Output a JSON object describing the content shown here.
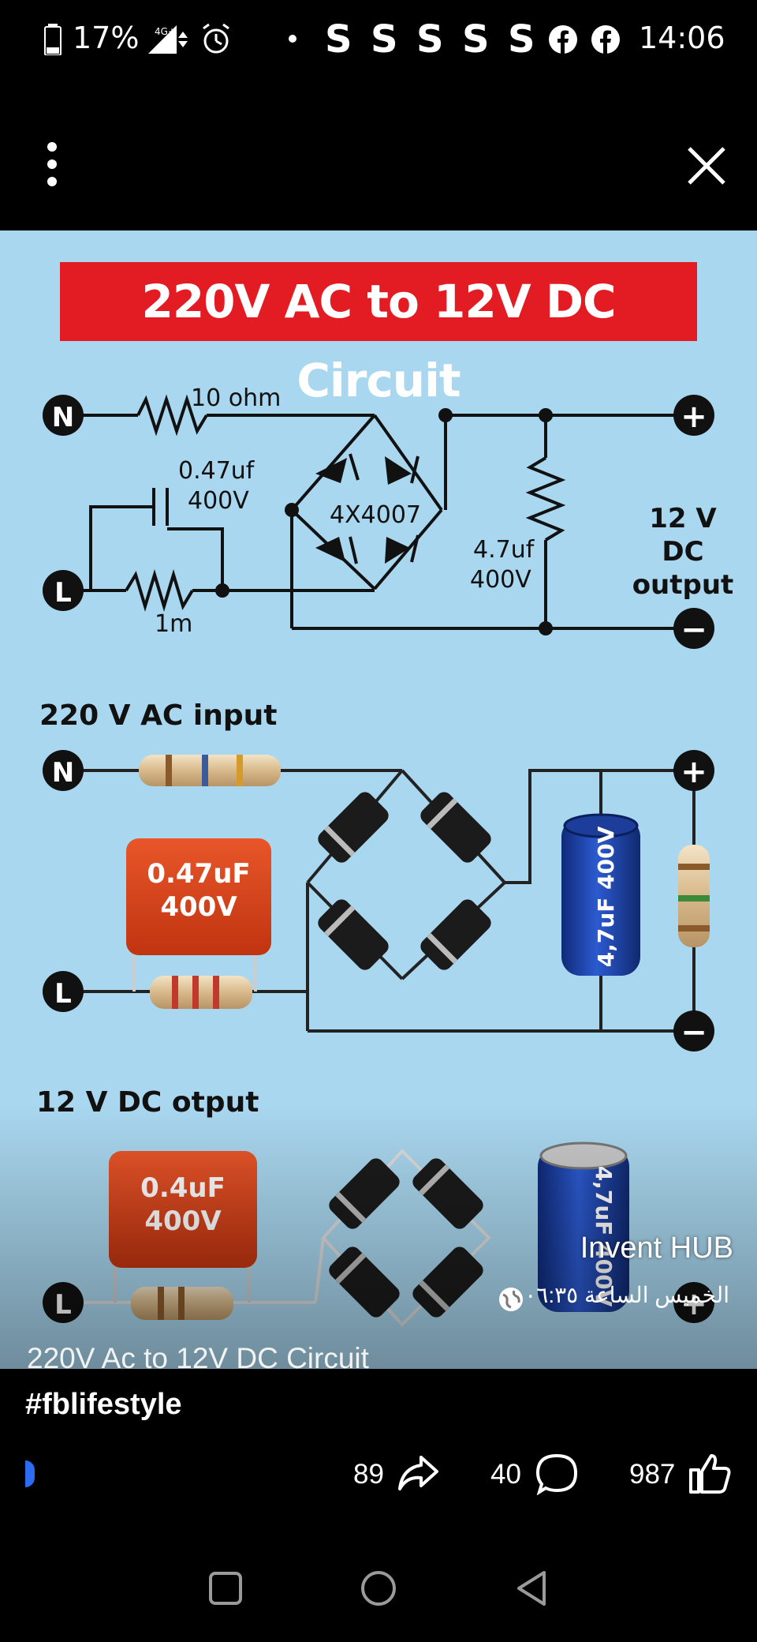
{
  "status_bar": {
    "battery": "17%",
    "network": "4G+",
    "notification_icons": [
      "S",
      "S",
      "S",
      "S",
      "S"
    ],
    "time": "14:06"
  },
  "image": {
    "title": "220V AC to 12V DC Circuit",
    "schematic": {
      "node_n": "N",
      "node_l": "L",
      "plus": "+",
      "minus": "−",
      "r_series": "10 ohm",
      "cap_line1": "0.47uf",
      "cap_line2": "400V",
      "bridge": "4X4007",
      "r_bleed": "1m",
      "filter_line1": "4.7uf",
      "filter_line2": "400V",
      "output_line1": "12 V",
      "output_line2": "DC",
      "output_line3": "output"
    },
    "middle": {
      "section_title": "220 V AC input",
      "node_n": "N",
      "node_l": "L",
      "cap_line1": "0.47uF",
      "cap_line2": "400V",
      "ecap_label": "4,7uF 400V"
    },
    "bottom": {
      "section_title": "12 V DC otput",
      "node_l": "L",
      "cap_line1": "0.4uF",
      "cap_line2": "400V",
      "ecap_label": "4,7uF 400V"
    }
  },
  "post": {
    "page_name": "Invent HUB",
    "time_ar": "الخميس الساعة ٠٦:٣٥",
    "caption_title": "220V Ac to 12V DC Circuit",
    "hashtag": "#fblifestyle"
  },
  "actions": {
    "shares": "89",
    "comments": "40",
    "likes": "987"
  },
  "colors": {
    "accent_red": "#e31b23",
    "board_blue": "#a9d7ef",
    "ecap_blue": "#1a3fa3",
    "cap_orange": "#d8401e"
  }
}
